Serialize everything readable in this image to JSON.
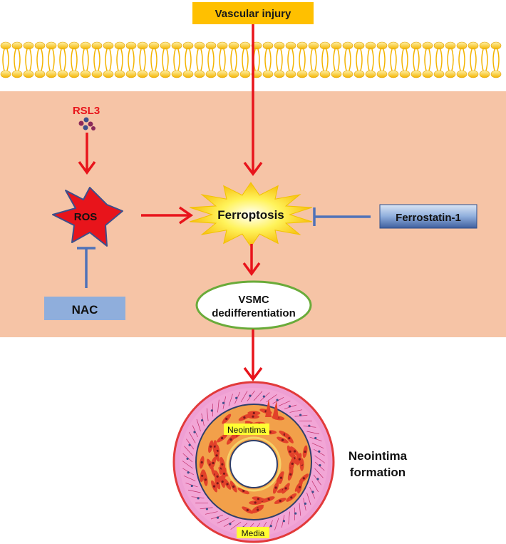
{
  "labels": {
    "vascular_injury": "Vascular injury",
    "rsl3": "RSL3",
    "ros": "ROS",
    "ferroptosis": "Ferroptosis",
    "ferrostatin": "Ferrostatin-1",
    "nac": "NAC",
    "vsmc_line1": "VSMC",
    "vsmc_line2": "dedifferentiation",
    "neointima_tag": "Neointima",
    "media_tag": "Media",
    "neointima_formation_line1": "Neointima",
    "neointima_formation_line2": "formation"
  },
  "colors": {
    "activation_arrow": "#e8141b",
    "inhibition": "#4f72b8",
    "cell_interior": "#f6c4a6",
    "vascular_injury_box": "#ffc000",
    "ros_star": "#e8141b",
    "vsmc_ellipse_border": "#6aab3a",
    "rsl3_text": "#e8141b",
    "membrane_lipid": "#f4b400"
  }
}
